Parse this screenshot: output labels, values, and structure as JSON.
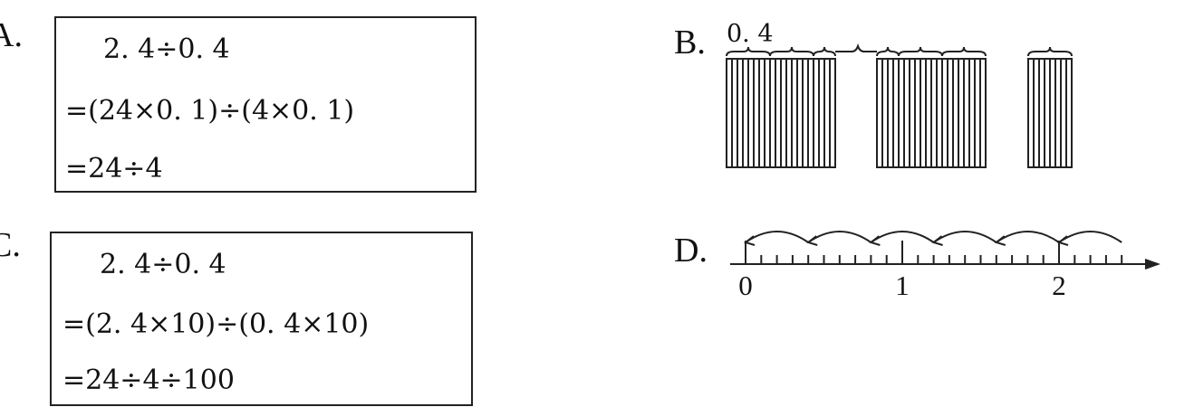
{
  "option_a": {
    "label": "A.",
    "lines": [
      "2. 4÷0. 4",
      "=(24×0. 1)÷(4×0. 1)",
      "=24÷4"
    ]
  },
  "option_b": {
    "label": "B.",
    "top_label": "0. 4"
  },
  "option_c": {
    "label": "C.",
    "lines": [
      "2. 4÷0. 4",
      "=(2. 4×10)÷(0. 4×10)",
      "=24÷4÷100"
    ]
  },
  "option_d": {
    "label": "D.",
    "ticks": [
      "0",
      "1",
      "2"
    ]
  }
}
